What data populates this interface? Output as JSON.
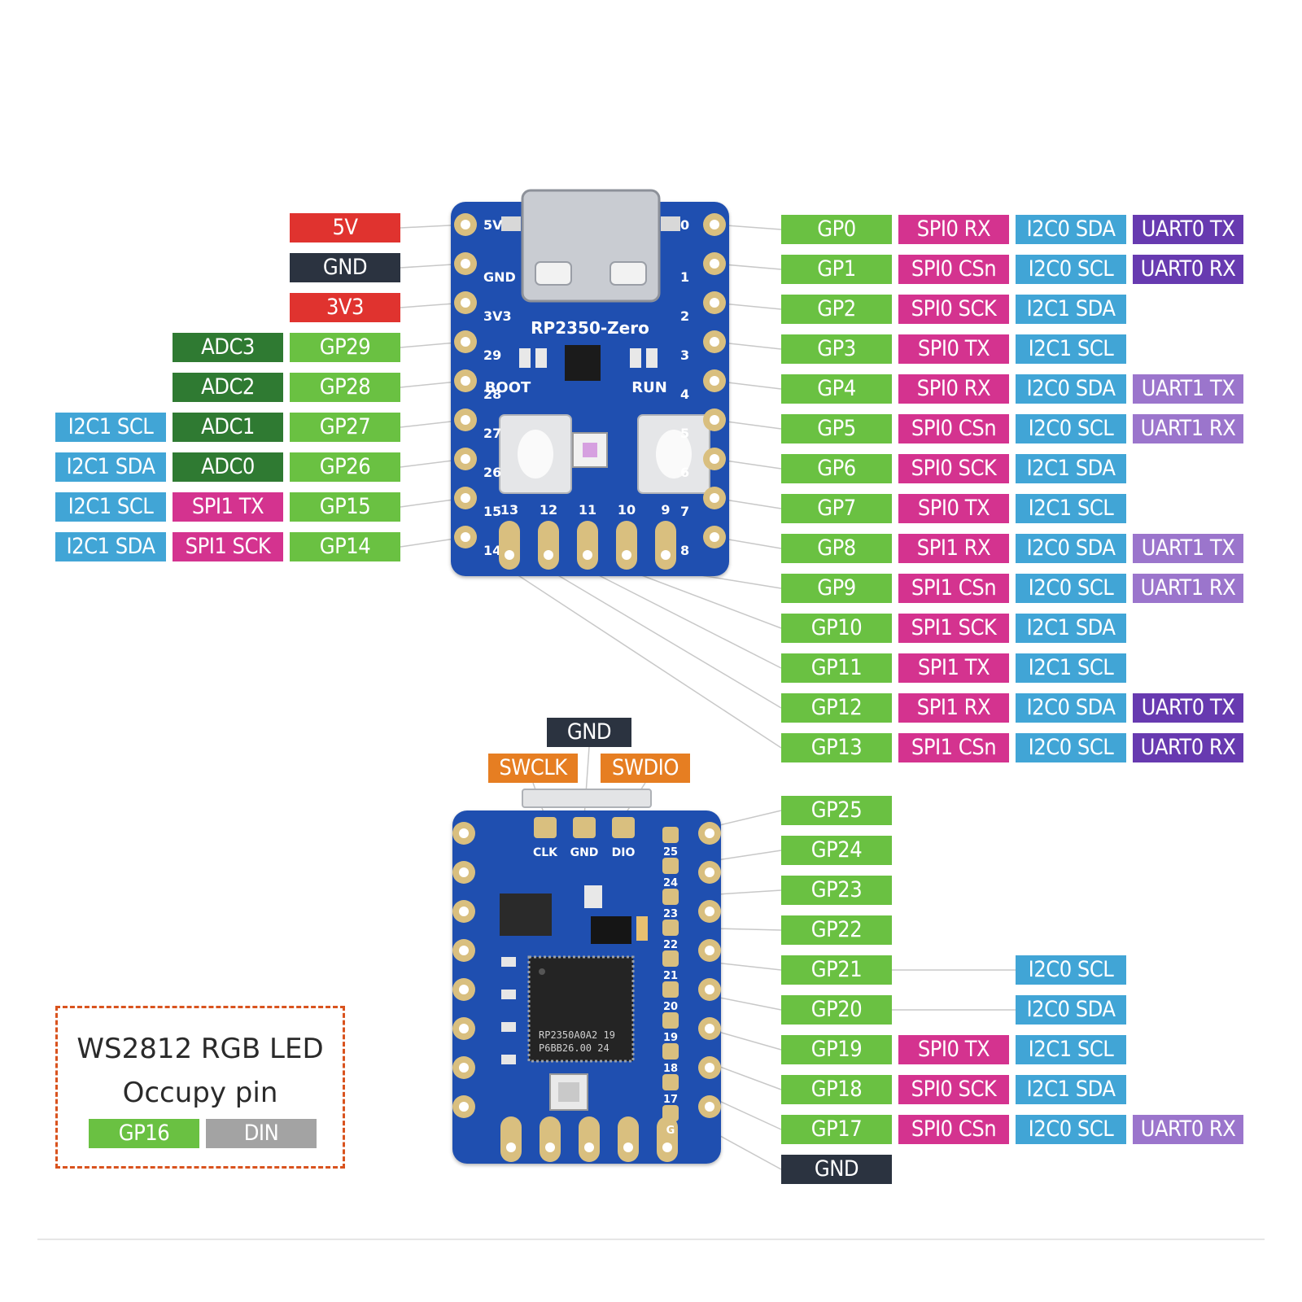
{
  "colors": {
    "gp": "#6ac142",
    "spi": "#d4338f",
    "i2c": "#41a5d6",
    "uart0": "#673ab0",
    "uart1": "#9b75cc",
    "adc": "#2f7a32",
    "power_red": "#e0332f",
    "gnd": "#2b3340",
    "swd": "#e67e22",
    "din": "#a3a3a3",
    "board": "#1f4fb0",
    "pad": "#d9bf7f"
  },
  "top_board": {
    "name": "RP2350-Zero",
    "boot_label": "BOOT",
    "run_label": "RUN",
    "left_pin_numbers": [
      "5V",
      "GND",
      "3V3",
      "29",
      "28",
      "27",
      "26",
      "15",
      "14"
    ],
    "right_pin_numbers": [
      "0",
      "1",
      "2",
      "3",
      "4",
      "5",
      "6",
      "7",
      "8"
    ],
    "bottom_pin_numbers": [
      "13",
      "12",
      "11",
      "10",
      "9"
    ]
  },
  "left_labels": [
    {
      "cells": [
        {
          "text": "5V",
          "kind": "power_red"
        }
      ]
    },
    {
      "cells": [
        {
          "text": "GND",
          "kind": "gnd"
        }
      ]
    },
    {
      "cells": [
        {
          "text": "3V3",
          "kind": "power_red"
        }
      ]
    },
    {
      "cells": [
        {
          "text": "ADC3",
          "kind": "adc"
        },
        {
          "text": "GP29",
          "kind": "gp"
        }
      ]
    },
    {
      "cells": [
        {
          "text": "ADC2",
          "kind": "adc"
        },
        {
          "text": "GP28",
          "kind": "gp"
        }
      ]
    },
    {
      "cells": [
        {
          "text": "I2C1 SCL",
          "kind": "i2c"
        },
        {
          "text": "ADC1",
          "kind": "adc"
        },
        {
          "text": "GP27",
          "kind": "gp"
        }
      ]
    },
    {
      "cells": [
        {
          "text": "I2C1 SDA",
          "kind": "i2c"
        },
        {
          "text": "ADC0",
          "kind": "adc"
        },
        {
          "text": "GP26",
          "kind": "gp"
        }
      ]
    },
    {
      "cells": [
        {
          "text": "I2C1 SCL",
          "kind": "i2c"
        },
        {
          "text": "SPI1 TX",
          "kind": "spi"
        },
        {
          "text": "GP15",
          "kind": "gp"
        }
      ]
    },
    {
      "cells": [
        {
          "text": "I2C1 SDA",
          "kind": "i2c"
        },
        {
          "text": "SPI1 SCK",
          "kind": "spi"
        },
        {
          "text": "GP14",
          "kind": "gp"
        }
      ]
    }
  ],
  "right_labels": [
    {
      "cells": [
        {
          "text": "GP0",
          "kind": "gp"
        },
        {
          "text": "SPI0 RX",
          "kind": "spi"
        },
        {
          "text": "I2C0 SDA",
          "kind": "i2c"
        },
        {
          "text": "UART0 TX",
          "kind": "uart0"
        }
      ]
    },
    {
      "cells": [
        {
          "text": "GP1",
          "kind": "gp"
        },
        {
          "text": "SPI0 CSn",
          "kind": "spi"
        },
        {
          "text": "I2C0 SCL",
          "kind": "i2c"
        },
        {
          "text": "UART0 RX",
          "kind": "uart0"
        }
      ]
    },
    {
      "cells": [
        {
          "text": "GP2",
          "kind": "gp"
        },
        {
          "text": "SPI0 SCK",
          "kind": "spi"
        },
        {
          "text": "I2C1 SDA",
          "kind": "i2c"
        }
      ]
    },
    {
      "cells": [
        {
          "text": "GP3",
          "kind": "gp"
        },
        {
          "text": "SPI0 TX",
          "kind": "spi"
        },
        {
          "text": "I2C1 SCL",
          "kind": "i2c"
        }
      ]
    },
    {
      "cells": [
        {
          "text": "GP4",
          "kind": "gp"
        },
        {
          "text": "SPI0 RX",
          "kind": "spi"
        },
        {
          "text": "I2C0 SDA",
          "kind": "i2c"
        },
        {
          "text": "UART1 TX",
          "kind": "uart1"
        }
      ]
    },
    {
      "cells": [
        {
          "text": "GP5",
          "kind": "gp"
        },
        {
          "text": "SPI0 CSn",
          "kind": "spi"
        },
        {
          "text": "I2C0 SCL",
          "kind": "i2c"
        },
        {
          "text": "UART1 RX",
          "kind": "uart1"
        }
      ]
    },
    {
      "cells": [
        {
          "text": "GP6",
          "kind": "gp"
        },
        {
          "text": "SPI0 SCK",
          "kind": "spi"
        },
        {
          "text": "I2C1 SDA",
          "kind": "i2c"
        }
      ]
    },
    {
      "cells": [
        {
          "text": "GP7",
          "kind": "gp"
        },
        {
          "text": "SPI0 TX",
          "kind": "spi"
        },
        {
          "text": "I2C1 SCL",
          "kind": "i2c"
        }
      ]
    },
    {
      "cells": [
        {
          "text": "GP8",
          "kind": "gp"
        },
        {
          "text": "SPI1 RX",
          "kind": "spi"
        },
        {
          "text": "I2C0 SDA",
          "kind": "i2c"
        },
        {
          "text": "UART1 TX",
          "kind": "uart1"
        }
      ]
    },
    {
      "cells": [
        {
          "text": "GP9",
          "kind": "gp"
        },
        {
          "text": "SPI1 CSn",
          "kind": "spi"
        },
        {
          "text": "I2C0 SCL",
          "kind": "i2c"
        },
        {
          "text": "UART1 RX",
          "kind": "uart1"
        }
      ]
    },
    {
      "cells": [
        {
          "text": "GP10",
          "kind": "gp"
        },
        {
          "text": "SPI1 SCK",
          "kind": "spi"
        },
        {
          "text": "I2C1 SDA",
          "kind": "i2c"
        }
      ]
    },
    {
      "cells": [
        {
          "text": "GP11",
          "kind": "gp"
        },
        {
          "text": "SPI1 TX",
          "kind": "spi"
        },
        {
          "text": "I2C1 SCL",
          "kind": "i2c"
        }
      ]
    },
    {
      "cells": [
        {
          "text": "GP12",
          "kind": "gp"
        },
        {
          "text": "SPI1 RX",
          "kind": "spi"
        },
        {
          "text": "I2C0 SDA",
          "kind": "i2c"
        },
        {
          "text": "UART0 TX",
          "kind": "uart0"
        }
      ]
    },
    {
      "cells": [
        {
          "text": "GP13",
          "kind": "gp"
        },
        {
          "text": "SPI1 CSn",
          "kind": "spi"
        },
        {
          "text": "I2C0 SCL",
          "kind": "i2c"
        },
        {
          "text": "UART0 RX",
          "kind": "uart0"
        }
      ]
    }
  ],
  "debug_labels": {
    "gnd": "GND",
    "swclk": "SWCLK",
    "swdio": "SWDIO"
  },
  "bottom_board": {
    "debug_pad_labels": [
      "CLK",
      "GND",
      "DIO"
    ],
    "chip_line1": "RP2350A0A2 19",
    "chip_line2": "P6BB26.00  24",
    "inner_pin_numbers": [
      "25",
      "24",
      "23",
      "22",
      "21",
      "20",
      "19",
      "18",
      "17",
      "G"
    ]
  },
  "bottom_right_labels": [
    {
      "cells": [
        {
          "text": "GP25",
          "kind": "gp"
        }
      ]
    },
    {
      "cells": [
        {
          "text": "GP24",
          "kind": "gp"
        }
      ]
    },
    {
      "cells": [
        {
          "text": "GP23",
          "kind": "gp"
        }
      ]
    },
    {
      "cells": [
        {
          "text": "GP22",
          "kind": "gp"
        }
      ]
    },
    {
      "cells": [
        {
          "text": "GP21",
          "kind": "gp"
        },
        {
          "text": "I2C0 SCL",
          "kind": "i2c"
        }
      ]
    },
    {
      "cells": [
        {
          "text": "GP20",
          "kind": "gp"
        },
        {
          "text": "I2C0 SDA",
          "kind": "i2c"
        }
      ]
    },
    {
      "cells": [
        {
          "text": "GP19",
          "kind": "gp"
        },
        {
          "text": "SPI0 TX",
          "kind": "spi"
        },
        {
          "text": "I2C1 SCL",
          "kind": "i2c"
        }
      ]
    },
    {
      "cells": [
        {
          "text": "GP18",
          "kind": "gp"
        },
        {
          "text": "SPI0 SCK",
          "kind": "spi"
        },
        {
          "text": "I2C1 SDA",
          "kind": "i2c"
        }
      ]
    },
    {
      "cells": [
        {
          "text": "GP17",
          "kind": "gp"
        },
        {
          "text": "SPI0 CSn",
          "kind": "spi"
        },
        {
          "text": "I2C0 SCL",
          "kind": "i2c"
        },
        {
          "text": "UART0 RX",
          "kind": "uart1"
        }
      ]
    },
    {
      "cells": [
        {
          "text": "GND",
          "kind": "gnd"
        }
      ]
    }
  ],
  "legend": {
    "line1": "WS2812 RGB LED",
    "line2": "Occupy pin",
    "gp": "GP16",
    "din": "DIN"
  }
}
